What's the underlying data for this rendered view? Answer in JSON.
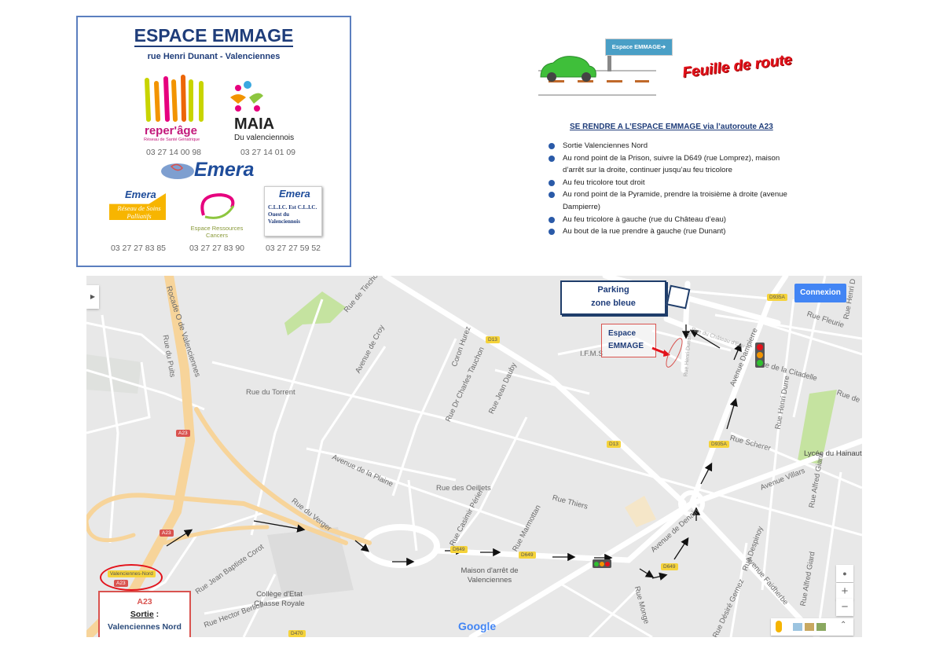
{
  "header": {
    "title": "ESPACE EMMAGE",
    "address": "rue Henri Dunant - Valenciennes"
  },
  "partners": [
    {
      "name": "reper'âge",
      "subtitle": "Réseau de Santé Gériatrique",
      "phone": "03 27 14 00 98"
    },
    {
      "name": "MAIA",
      "subtitle": "Du valenciennois",
      "phone": "03 27 14 01 09"
    },
    {
      "name": "Emera"
    },
    {
      "name": "Emera",
      "subtitle": "Réseau de Soins Palliatifs",
      "phone": "03 27 27 83 85"
    },
    {
      "name": "Espace Ressources Cancers",
      "phone": "03 27 27 83 90"
    },
    {
      "name": "Emera",
      "subtitle": "C.L.I.C. Est C.L.I.C. Ouest du Valenciennois",
      "phone": "03 27 27 59 52"
    }
  ],
  "route": {
    "sign_label": "Espace EMMAGE➔",
    "heading": "Feuille de route",
    "steps_title": "SE RENDRE A L’ESPACE EMMAGE  via l’autoroute A23",
    "steps": [
      "Sortie Valenciennes Nord",
      "Au rond point de la Prison,  suivre la D649 (rue Lomprez), maison d’arrêt sur la droite, continuer jusqu’au feu tricolore",
      "Au feu tricolore tout droit",
      "Au rond point  de la Pyramide, prendre la troisième à droite (avenue Dampierre)",
      "Au feu tricolore à gauche (rue du Château d’eau)",
      "Au bout de la rue prendre à gauche (rue Dunant)"
    ]
  },
  "map": {
    "connexion_label": "Connexion",
    "parking_label_1": "Parking",
    "parking_label_2": "zone bleue",
    "espace_label_1": "Espace",
    "espace_label_2": "EMMAGE",
    "exit_callout": {
      "road": "A23",
      "sortie": "Sortie",
      "colon": " :",
      "place": "Valenciennes Nord"
    },
    "google_logo": "Google",
    "zoom_in": "+",
    "zoom_out": "−",
    "labels": [
      "Rocade O de Valenciennes",
      "Rue du Puits",
      "Rue de Tinchon",
      "Avenue de Croy",
      "Coron Hurez",
      "Rue Dr Charles Tauchon",
      "Rue Jean Dauby",
      "Rue du Torrent",
      "Avenue de la Plaine",
      "Rue du Verger",
      "Rue des Oeillets",
      "Rue Casimir Périer",
      "Rue Marmottan",
      "Rue Thiers",
      "Maison d'arrêt de Valenciennes",
      "Collège d'Etat Chasse Royale",
      "Rue Jean Baptiste Corot",
      "Rue Hector Berlioz",
      "Avenue de Denain",
      "Rue Monge",
      "Rue Désiré Gernez",
      "Rue Despinoy",
      "Avenue Faidherbe",
      "Rue Alfred Giard",
      "Rue Alfred Giard",
      "Avenue Villars",
      "Lycée du Hainaut",
      "Rue Scherer",
      "Avenue Dampierre",
      "Rue Henri Durre",
      "Rue de la Citadelle",
      "Rue Fleurie",
      "Rue Henri Dunant",
      "Rue du Château d'Eau",
      "I.F.M.S",
      "Rue Henri D",
      "Rue de"
    ],
    "shields": [
      "A23",
      "A23",
      "Valenciennes-Nord",
      "D13",
      "D13",
      "D649",
      "D649",
      "D649",
      "D935A",
      "D470",
      "D935A"
    ]
  }
}
